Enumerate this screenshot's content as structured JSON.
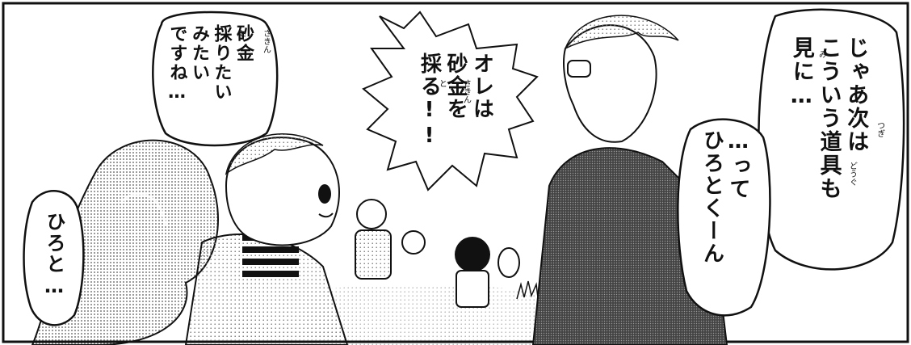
{
  "panel": {
    "bubbles": [
      {
        "id": "bubble-left-top",
        "text": "砂金\n採りたい\nみたい\nですね…"
      },
      {
        "id": "bubble-center",
        "text": "オレは\n砂金を\n採る!!"
      },
      {
        "id": "bubble-right",
        "text": "じゃあ次は\nこういう道具も\n見に…"
      },
      {
        "id": "bubble-right-sub",
        "text": "…って\nひろとくーん"
      },
      {
        "id": "bubble-left-bottom",
        "text": "ひろと…"
      }
    ],
    "furigana": {
      "sakin_1": "さきん",
      "to_1": "と",
      "sakin_2": "さきん",
      "to_2": "と",
      "tsugi": "つぎ",
      "dougu": "どうぐ",
      "mi": "み"
    },
    "colors": {
      "ink": "#111111",
      "paper": "#ffffff",
      "tone": "#9a9a9a"
    }
  }
}
